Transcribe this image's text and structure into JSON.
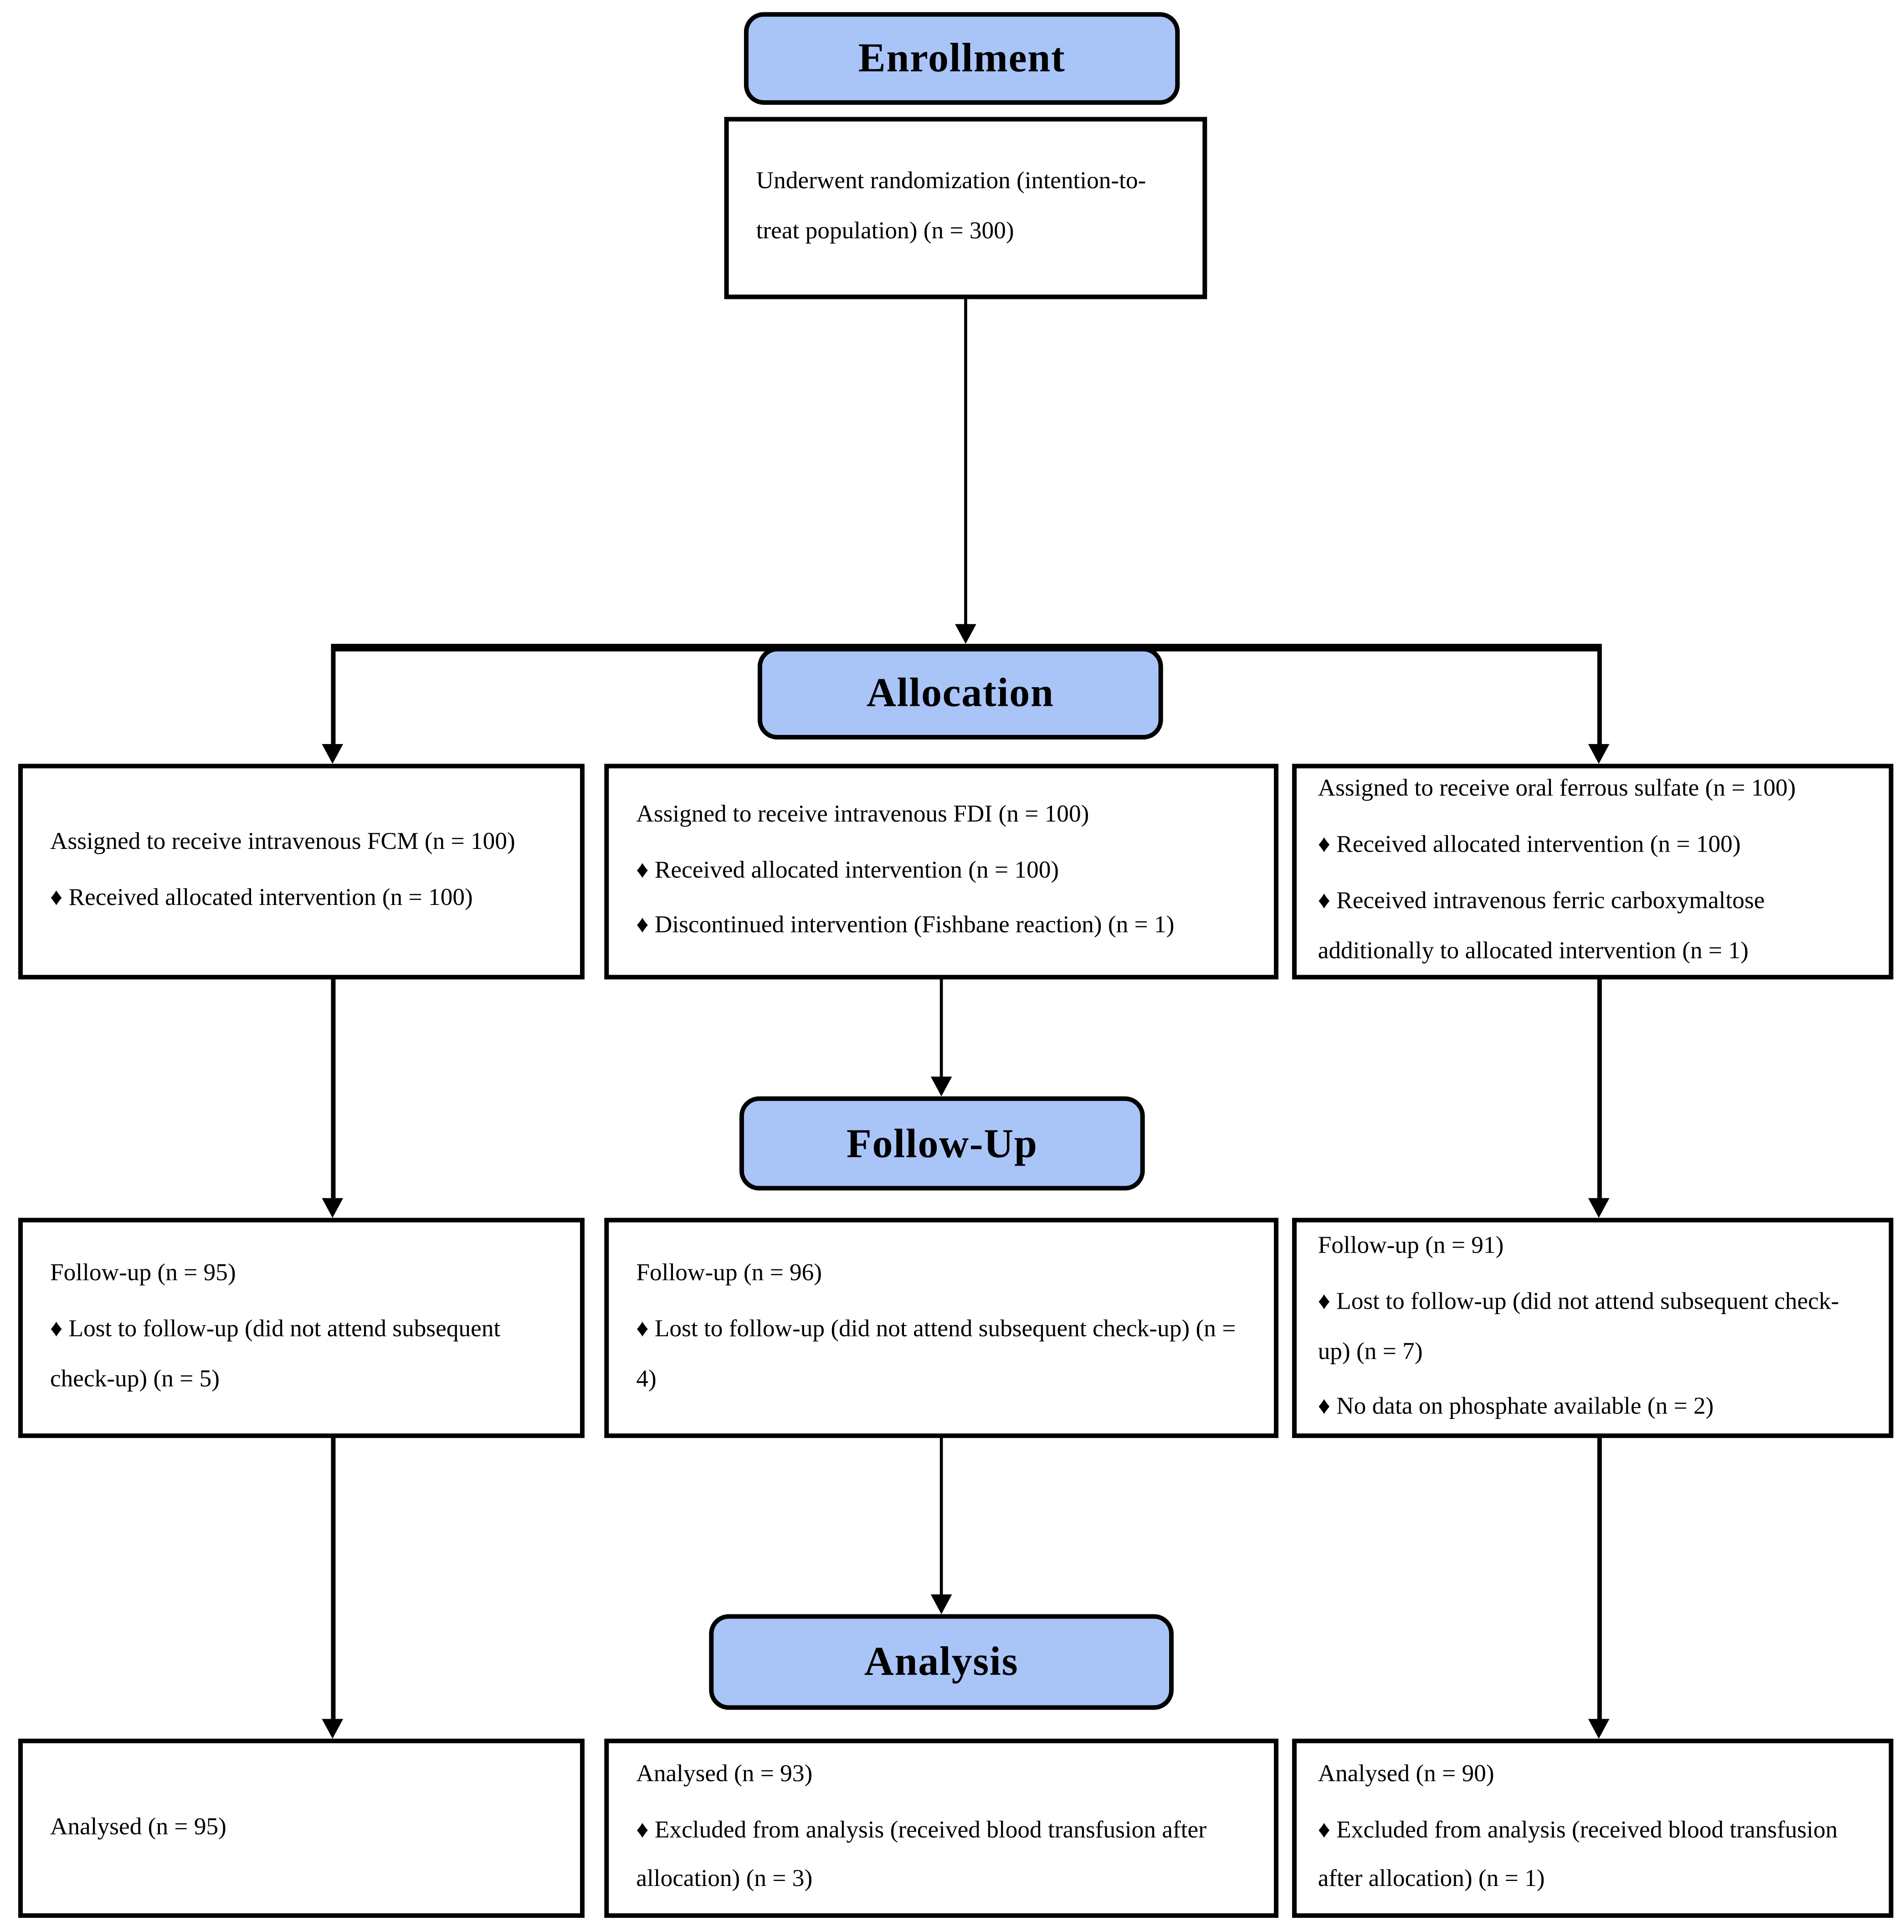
{
  "section_headers": {
    "enrollment": "Enrollment",
    "allocation": "Allocation",
    "follow_up": "Follow-Up",
    "analysis": "Analysis"
  },
  "bullet_glyph": "♦",
  "enrollment": {
    "randomization_box": {
      "title": "Underwent randomization (intention-to-treat population) (n = 300)",
      "bullets": []
    }
  },
  "arms": [
    {
      "allocation": {
        "title": "Assigned to receive intravenous FCM (n = 100)",
        "bullets": [
          "Received allocated intervention (n = 100)"
        ]
      },
      "follow_up": {
        "title": "Follow-up (n = 95)",
        "bullets": [
          "Lost to follow-up (did not attend subsequent check-up) (n = 5)"
        ]
      },
      "analysis": {
        "title": "Analysed (n = 95)",
        "bullets": []
      }
    },
    {
      "allocation": {
        "title": "Assigned to receive intravenous FDI (n = 100)",
        "bullets": [
          "Received allocated intervention (n = 100)",
          "Discontinued intervention (Fishbane reaction) (n = 1)"
        ]
      },
      "follow_up": {
        "title": "Follow-up (n = 96)",
        "bullets": [
          "Lost to follow-up (did not attend subsequent check-up) (n = 4)"
        ]
      },
      "analysis": {
        "title": "Analysed (n = 93)",
        "bullets": [
          "Excluded from analysis (received blood transfusion after allocation) (n = 3)"
        ]
      }
    },
    {
      "allocation": {
        "title": "Assigned to receive oral ferrous sulfate (n = 100)",
        "bullets": [
          "Received allocated intervention (n = 100)",
          "Received intravenous ferric carboxymaltose additionally to allocated intervention (n = 1)"
        ]
      },
      "follow_up": {
        "title": "Follow-up (n = 91)",
        "bullets": [
          "Lost to follow-up (did not attend subsequent check-up) (n = 7)",
          "No data on phosphate available (n = 2)"
        ]
      },
      "analysis": {
        "title": "Analysed (n = 90)",
        "bullets": [
          "Excluded from analysis (received blood transfusion after allocation) (n = 1)"
        ]
      }
    }
  ],
  "colors": {
    "header_fill": "#a9c4f7",
    "line": "#000000",
    "box_fill": "#ffffff"
  }
}
